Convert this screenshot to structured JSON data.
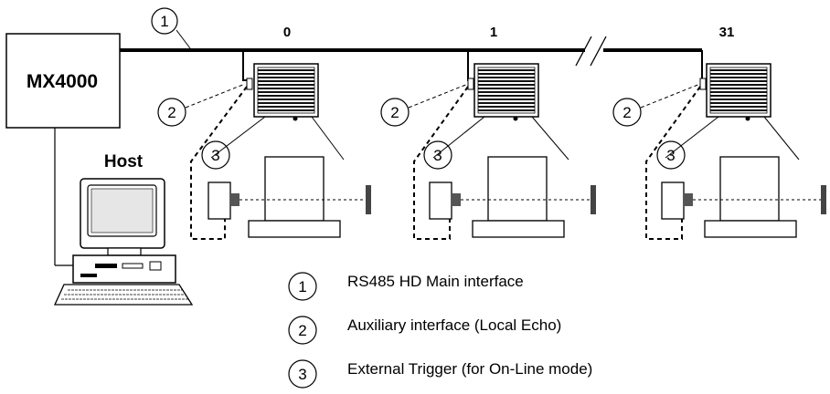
{
  "controller": {
    "label": "MX4000"
  },
  "host": {
    "label": "Host"
  },
  "nodes": [
    {
      "address": "0"
    },
    {
      "address": "1"
    },
    {
      "address": "31"
    }
  ],
  "callouts": {
    "one": "1",
    "two": "2",
    "three": "3"
  },
  "legend": [
    {
      "number": "1",
      "text": "RS485 HD Main interface"
    },
    {
      "number": "2",
      "text": "Auxiliary interface (Local Echo)"
    },
    {
      "number": "3",
      "text": "External Trigger (for On-Line mode)"
    }
  ]
}
